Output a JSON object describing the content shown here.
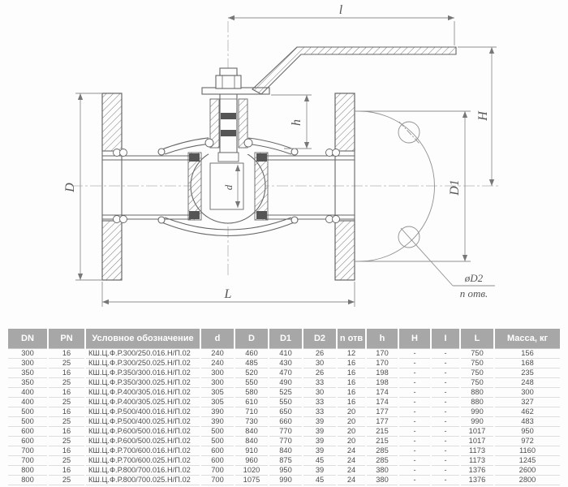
{
  "drawing": {
    "dim_labels": {
      "l": "l",
      "H": "H",
      "h": "h",
      "D": "D",
      "d": "d",
      "D1": "D1",
      "L": "L",
      "d2": "øD2",
      "n_holes": "n отв."
    }
  },
  "table": {
    "headers": [
      "DN",
      "PN",
      "Условное обозначение",
      "d",
      "D",
      "D1",
      "D2",
      "n отв",
      "h",
      "H",
      "I",
      "L",
      "Масса, кг"
    ],
    "rows": [
      [
        "300",
        "16",
        "КШ.Ц.Ф.Р.300/250.016.Н/П.02",
        "240",
        "460",
        "410",
        "26",
        "12",
        "170",
        "-",
        "-",
        "750",
        "156"
      ],
      [
        "300",
        "25",
        "КШ.Ц.Ф.Р.300/250.025.Н/П.02",
        "240",
        "485",
        "430",
        "30",
        "16",
        "170",
        "-",
        "-",
        "750",
        "168"
      ],
      [
        "350",
        "16",
        "КШ.Ц.Ф.Р.350/300.016.Н/П.02",
        "300",
        "520",
        "470",
        "26",
        "16",
        "198",
        "-",
        "-",
        "750",
        "235"
      ],
      [
        "350",
        "25",
        "КШ.Ц.Ф.Р.350/300.025.Н/П.02",
        "300",
        "550",
        "490",
        "33",
        "16",
        "198",
        "-",
        "-",
        "750",
        "248"
      ],
      [
        "400",
        "16",
        "КШ.Ц.Ф.Р.400/305.016.Н/П.02",
        "305",
        "580",
        "525",
        "30",
        "16",
        "174",
        "-",
        "-",
        "880",
        "300"
      ],
      [
        "400",
        "25",
        "КШ.Ц.Ф.Р.400/305.025.Н/П.02",
        "305",
        "610",
        "550",
        "33",
        "16",
        "174",
        "-",
        "-",
        "880",
        "327"
      ],
      [
        "500",
        "16",
        "КШ.Ц.Ф.Р.500/400.016.Н/П.02",
        "390",
        "710",
        "650",
        "33",
        "20",
        "177",
        "-",
        "-",
        "990",
        "462"
      ],
      [
        "500",
        "25",
        "КШ.Ц.Ф.Р.500/400.025.Н/П.02",
        "390",
        "730",
        "660",
        "39",
        "20",
        "177",
        "-",
        "-",
        "990",
        "483"
      ],
      [
        "600",
        "16",
        "КШ.Ц.Ф.Р.600/500.016.Н/П.02",
        "500",
        "840",
        "770",
        "39",
        "20",
        "215",
        "-",
        "-",
        "1017",
        "950"
      ],
      [
        "600",
        "25",
        "КШ.Ц.Ф.Р.600/500.025.Н/П.02",
        "500",
        "840",
        "770",
        "39",
        "20",
        "215",
        "-",
        "-",
        "1017",
        "972"
      ],
      [
        "700",
        "16",
        "КШ.Ц.Ф.Р.700/600.016.Н/П.02",
        "600",
        "910",
        "840",
        "39",
        "24",
        "285",
        "-",
        "-",
        "1173",
        "1160"
      ],
      [
        "700",
        "25",
        "КШ.Ц.Ф.Р.700/600.025.Н/П.02",
        "600",
        "960",
        "875",
        "45",
        "24",
        "285",
        "-",
        "-",
        "1173",
        "1245"
      ],
      [
        "800",
        "16",
        "КШ.Ц.Ф.Р.800/700.016.Н/П.02",
        "700",
        "1020",
        "950",
        "39",
        "24",
        "380",
        "-",
        "-",
        "1376",
        "2600"
      ],
      [
        "800",
        "25",
        "КШ.Ц.Ф.Р.800/700.025.Н/П.02",
        "700",
        "1075",
        "990",
        "45",
        "24",
        "380",
        "-",
        "-",
        "1376",
        "2800"
      ]
    ]
  },
  "colors": {
    "header_bg": "#a7a7a7",
    "header_text": "#ffffff",
    "body_text": "#4d4d4d",
    "drawing_line": "#666666",
    "dim_line": "#8f8f8f"
  }
}
